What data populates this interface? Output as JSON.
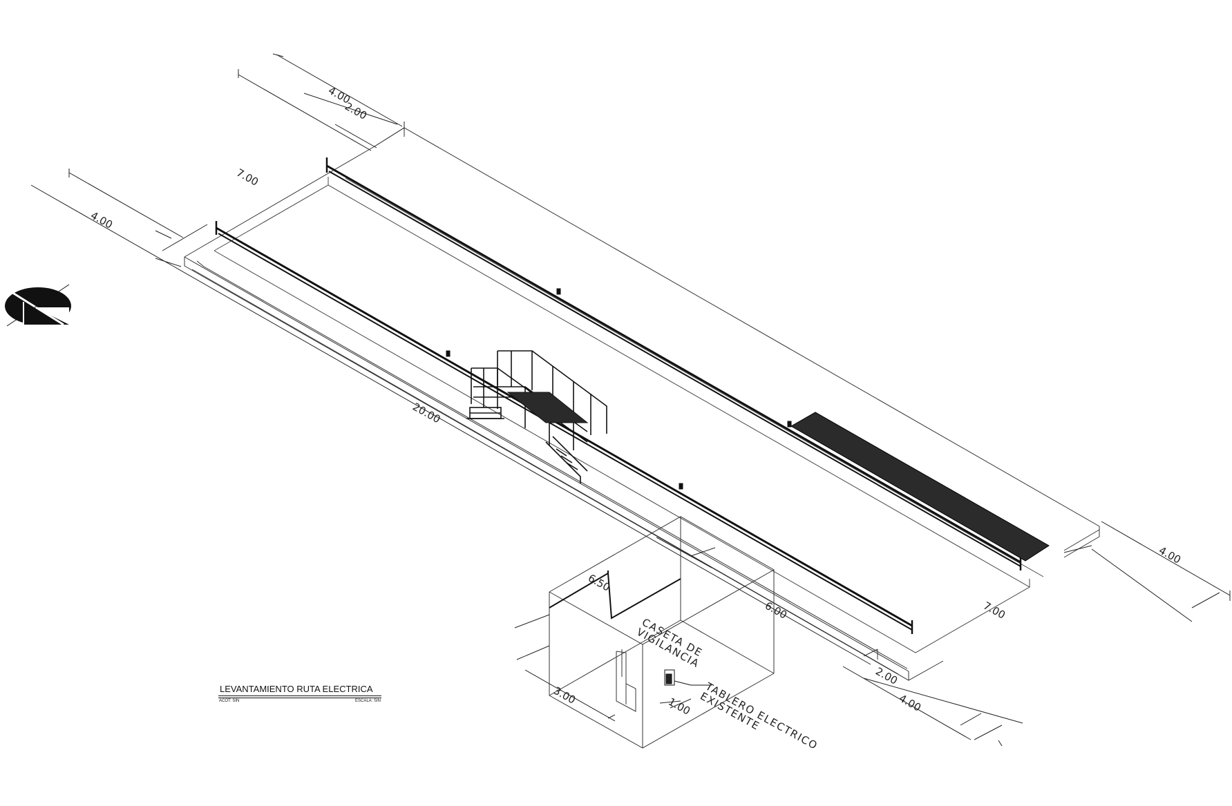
{
  "drawing": {
    "title": "LEVANTAMIENTO RUTA ELECTRICA",
    "acot": "ACOT: SIN",
    "escala": "ESCALA: SIN"
  },
  "labels": {
    "caseta": [
      "CASETA DE",
      "VIGILANCIA"
    ],
    "tablero": [
      "TABLERO ELECTRICO",
      "EXISTENTE"
    ]
  },
  "dimensions": {
    "top_4": "4.00",
    "top_2": "2.00",
    "left_7": "7.00",
    "left_4": "4.00",
    "length_20": "20.00",
    "right_4": "4.00",
    "right_7": "7.00",
    "bottom_2": "2.00",
    "bottom_4": "4.00",
    "caseta_650": "6.50",
    "caseta_600": "6.00",
    "caseta_300": "3.00",
    "caseta_100": "1.00"
  }
}
